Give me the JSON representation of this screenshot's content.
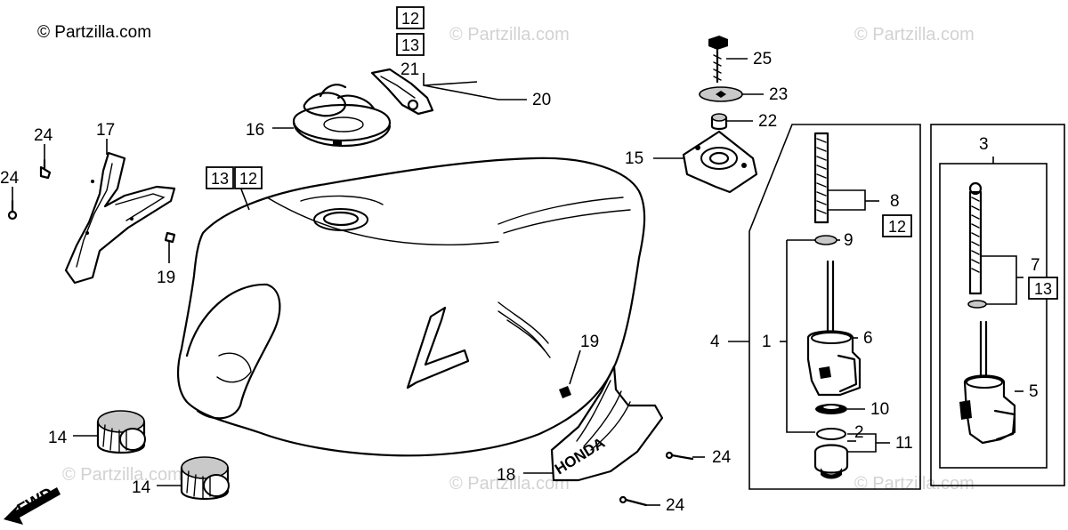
{
  "copyright": "© Partzilla.com",
  "watermark": "© Partzilla.com",
  "direction_label": "FWD",
  "emblem_text": "HONDA",
  "callouts": {
    "c1": "1",
    "c2": "2",
    "c3": "3",
    "c4": "4",
    "c5": "5",
    "c6": "6",
    "c7": "7",
    "c8": "8",
    "c9": "9",
    "c10": "10",
    "c11": "11",
    "c14a": "14",
    "c14b": "14",
    "c15": "15",
    "c16": "16",
    "c17": "17",
    "c18": "18",
    "c19a": "19",
    "c19b": "19",
    "c20": "20",
    "c21": "21",
    "c22": "22",
    "c23": "23",
    "c24a": "24",
    "c24b": "24",
    "c24c": "24",
    "c24d": "24",
    "c25": "25"
  },
  "boxed_refs": {
    "b12top": "12",
    "b13top": "13",
    "b13tank": "13",
    "b12tank": "12",
    "b12cock": "12",
    "b13cock": "13"
  }
}
